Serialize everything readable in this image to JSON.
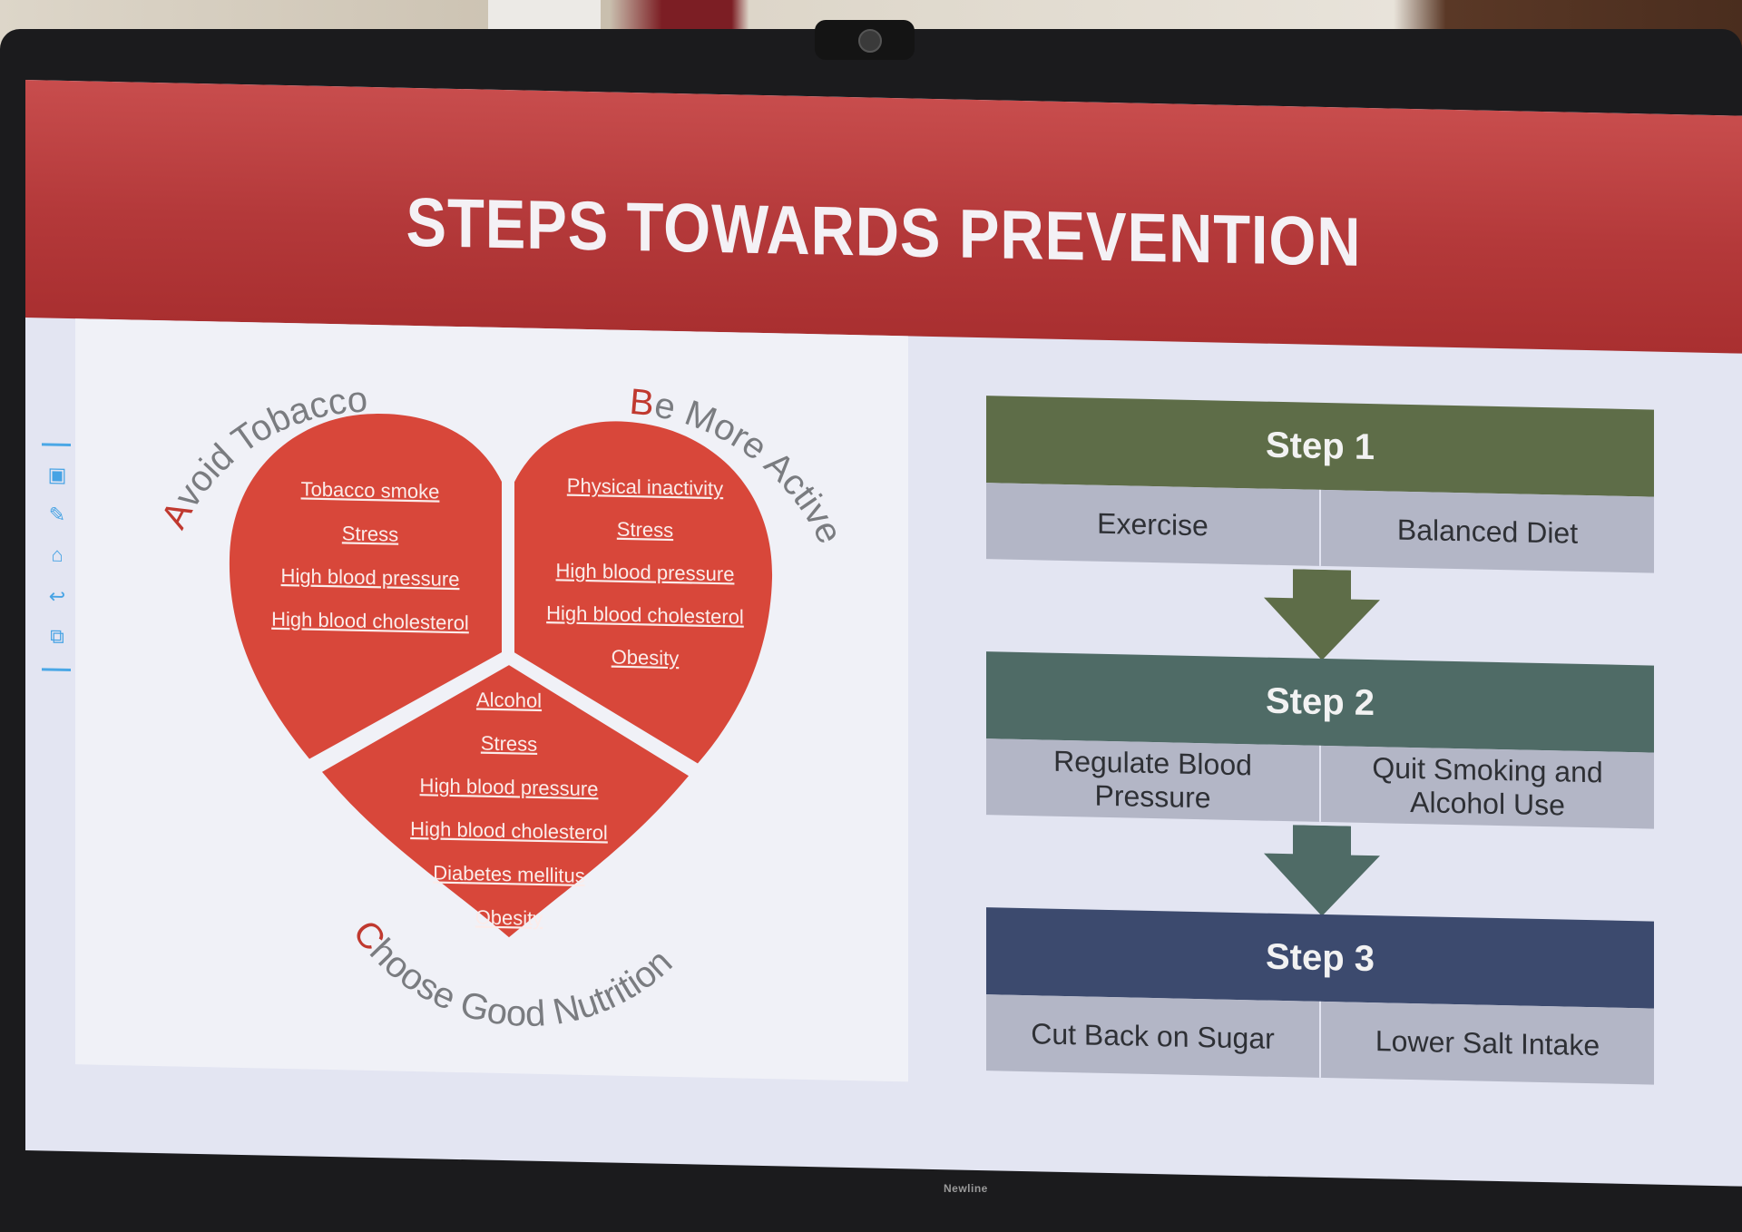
{
  "slide": {
    "title": "STEPS TOWARDS PREVENTION"
  },
  "heart": {
    "arc_left": {
      "first": "A",
      "rest": "void Tobacco"
    },
    "arc_right": {
      "first": "B",
      "rest": "e More Active"
    },
    "arc_bottom": {
      "first": "C",
      "rest": "hoose Good Nutrition"
    },
    "left_items": [
      "Tobacco smoke",
      "Stress",
      "High blood pressure",
      "High blood cholesterol"
    ],
    "right_items": [
      "Physical inactivity",
      "Stress",
      "High blood pressure",
      "High blood cholesterol",
      "Obesity"
    ],
    "bottom_items": [
      "Alcohol",
      "Stress",
      "High blood pressure",
      "High blood cholesterol",
      "Diabetes mellitus",
      "Obesity"
    ],
    "color": "#d8473a"
  },
  "steps": [
    {
      "label": "Step 1",
      "color": "#5e6d48",
      "items": [
        "Exercise",
        "Balanced Diet"
      ]
    },
    {
      "label": "Step 2",
      "color": "#4f6b66",
      "items": [
        "Regulate Blood Pressure",
        "Quit Smoking and Alcohol Use"
      ]
    },
    {
      "label": "Step 3",
      "color": "#3c4a6e",
      "items": [
        "Cut Back on Sugar",
        "Lower Salt Intake"
      ]
    }
  ],
  "monitor": {
    "brand": "Newline"
  },
  "toolbar": {
    "icons": [
      "whiteboard-icon",
      "pen-icon",
      "home-icon",
      "back-icon",
      "screen-share-icon"
    ]
  }
}
